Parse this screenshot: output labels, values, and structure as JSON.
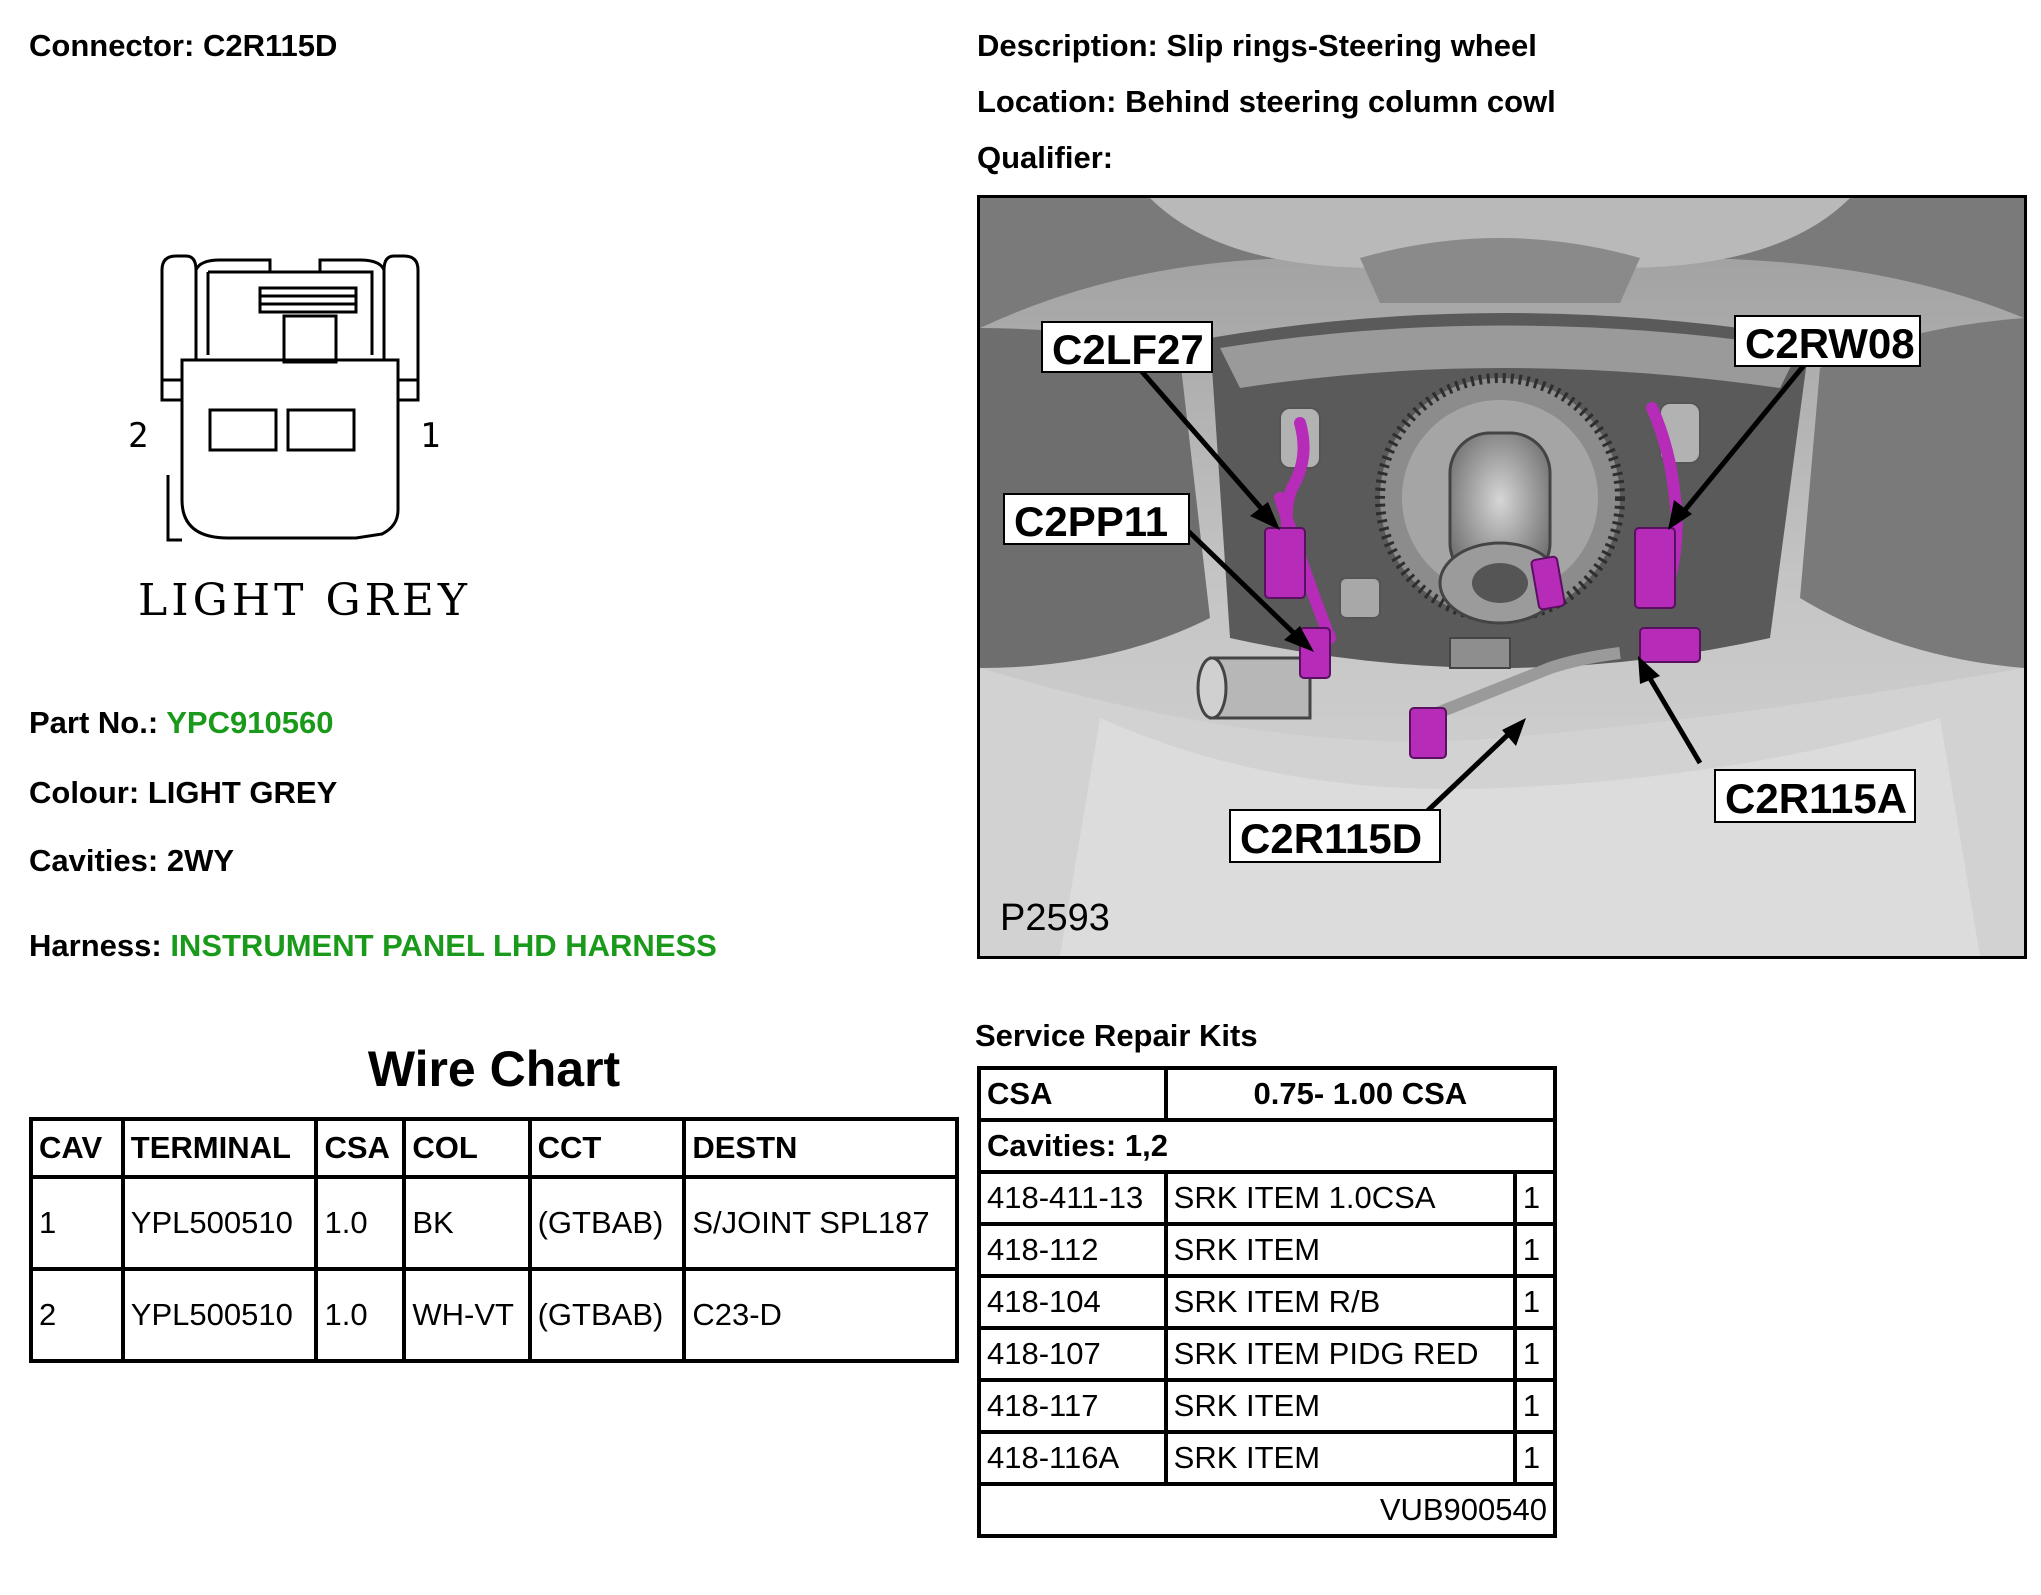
{
  "header": {
    "connector_label": "Connector:",
    "connector_value": "C2R115D",
    "description_label": "Description:",
    "description_value": "Slip rings-Steering wheel",
    "location_label": "Location:",
    "location_value": "Behind steering column cowl",
    "qualifier_label": "Qualifier:",
    "qualifier_value": ""
  },
  "connector_drawing": {
    "pin_left": "2",
    "pin_right": "1",
    "colour_caption": "LIGHT GREY"
  },
  "details": {
    "part_label": "Part No.:",
    "part_value": "YPC910560",
    "colour_label": "Colour:",
    "colour_value": "LIGHT GREY",
    "cavities_label": "Cavities:",
    "cavities_value": "2WY",
    "harness_label": "Harness:",
    "harness_value": "INSTRUMENT PANEL LHD HARNESS",
    "link_color": "#1a9a1a"
  },
  "location_photo": {
    "callouts": {
      "c2lf27": "C2LF27",
      "c2rw08": "C2RW08",
      "c2pp11": "C2PP11",
      "c2r115d": "C2R115D",
      "c2r115a": "C2R115A"
    },
    "figure_id": "P2593",
    "highlight_color": "#b62bb8"
  },
  "wire_chart": {
    "title": "Wire Chart",
    "headers": {
      "cav": "CAV",
      "terminal": "TERMINAL",
      "csa": "CSA",
      "col": "COL",
      "cct": "CCT",
      "destn": "DESTN"
    },
    "rows": [
      {
        "cav": "1",
        "terminal": "YPL500510",
        "csa": "1.0",
        "col": "BK",
        "cct": "(GTBAB)",
        "destn": "S/JOINT SPL187"
      },
      {
        "cav": "2",
        "terminal": "YPL500510",
        "csa": "1.0",
        "col": "WH-VT",
        "cct": "(GTBAB)",
        "destn": "C23-D"
      }
    ]
  },
  "service_repair_kits": {
    "title": "Service Repair Kits",
    "csa_label": "CSA",
    "csa_range": "0.75- 1.00 CSA",
    "cavities_label": "Cavities: 1,2",
    "items": [
      {
        "code": "418-411-13",
        "desc": "SRK ITEM 1.0CSA",
        "qty": "1"
      },
      {
        "code": "418-112",
        "desc": "SRK ITEM",
        "qty": "1"
      },
      {
        "code": "418-104",
        "desc": "SRK ITEM R/B",
        "qty": "1"
      },
      {
        "code": "418-107",
        "desc": "SRK ITEM PIDG RED",
        "qty": "1"
      },
      {
        "code": "418-117",
        "desc": "SRK ITEM",
        "qty": "1"
      },
      {
        "code": "418-116A",
        "desc": "SRK ITEM",
        "qty": "1"
      }
    ],
    "footer_code": "VUB900540"
  }
}
